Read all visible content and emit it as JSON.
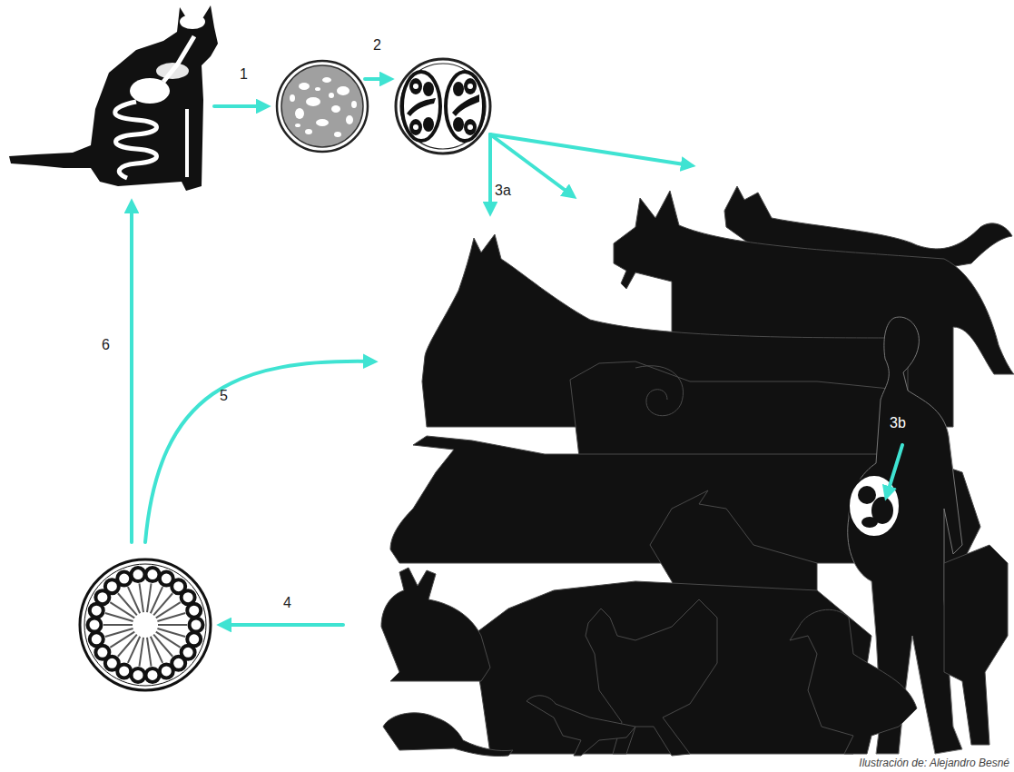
{
  "diagram": {
    "labels": [
      "1",
      "2",
      "3a",
      "3b",
      "4",
      "5",
      "6",
      "Ilustración de: Alejandro Besné"
    ]
  }
}
